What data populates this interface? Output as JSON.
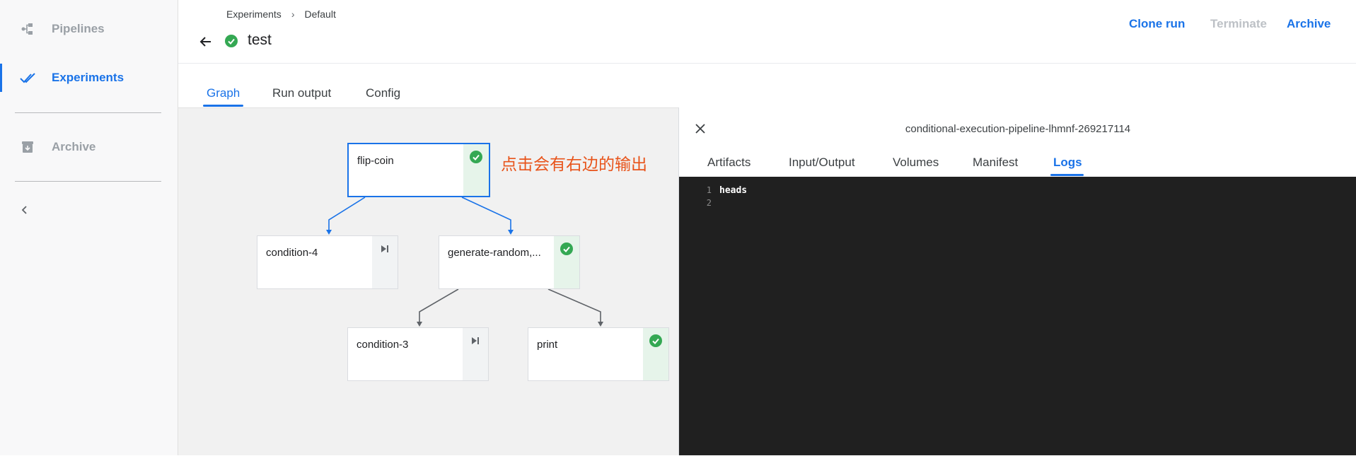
{
  "sidebar": {
    "items": [
      {
        "label": "Pipelines",
        "icon": "pipelines-icon",
        "active": false
      },
      {
        "label": "Experiments",
        "icon": "experiments-icon",
        "active": true
      },
      {
        "label": "Archive",
        "icon": "archive-icon",
        "active": false
      }
    ],
    "collapse_icon": "chevron-left-icon"
  },
  "header": {
    "breadcrumb": [
      "Experiments",
      "Default"
    ],
    "breadcrumb_separator": "›",
    "run_title": "test",
    "status": "succeeded",
    "buttons": {
      "clone": "Clone run",
      "terminate": "Terminate",
      "archive": "Archive"
    }
  },
  "tabs": [
    "Graph",
    "Run output",
    "Config"
  ],
  "active_tab": "Graph",
  "graph": {
    "nodes": [
      {
        "name": "flip-coin",
        "status": "success",
        "selected": true
      },
      {
        "name": "condition-4",
        "status": "skipped",
        "selected": false
      },
      {
        "name": "generate-random,...",
        "status": "success",
        "selected": false
      },
      {
        "name": "condition-3",
        "status": "skipped",
        "selected": false
      },
      {
        "name": "print",
        "status": "success",
        "selected": false
      }
    ],
    "annotation": "点击会有右边的输出"
  },
  "side_panel": {
    "title": "conditional-execution-pipeline-lhmnf-269217114",
    "tabs": [
      "Artifacts",
      "Input/Output",
      "Volumes",
      "Manifest",
      "Logs"
    ],
    "active_tab": "Logs",
    "logs": [
      {
        "line": "1",
        "text": "heads"
      },
      {
        "line": "2",
        "text": ""
      }
    ]
  },
  "colors": {
    "accent": "#1a73e8",
    "success": "#34a853",
    "annotation": "#e8541b",
    "log_background": "#202020"
  }
}
